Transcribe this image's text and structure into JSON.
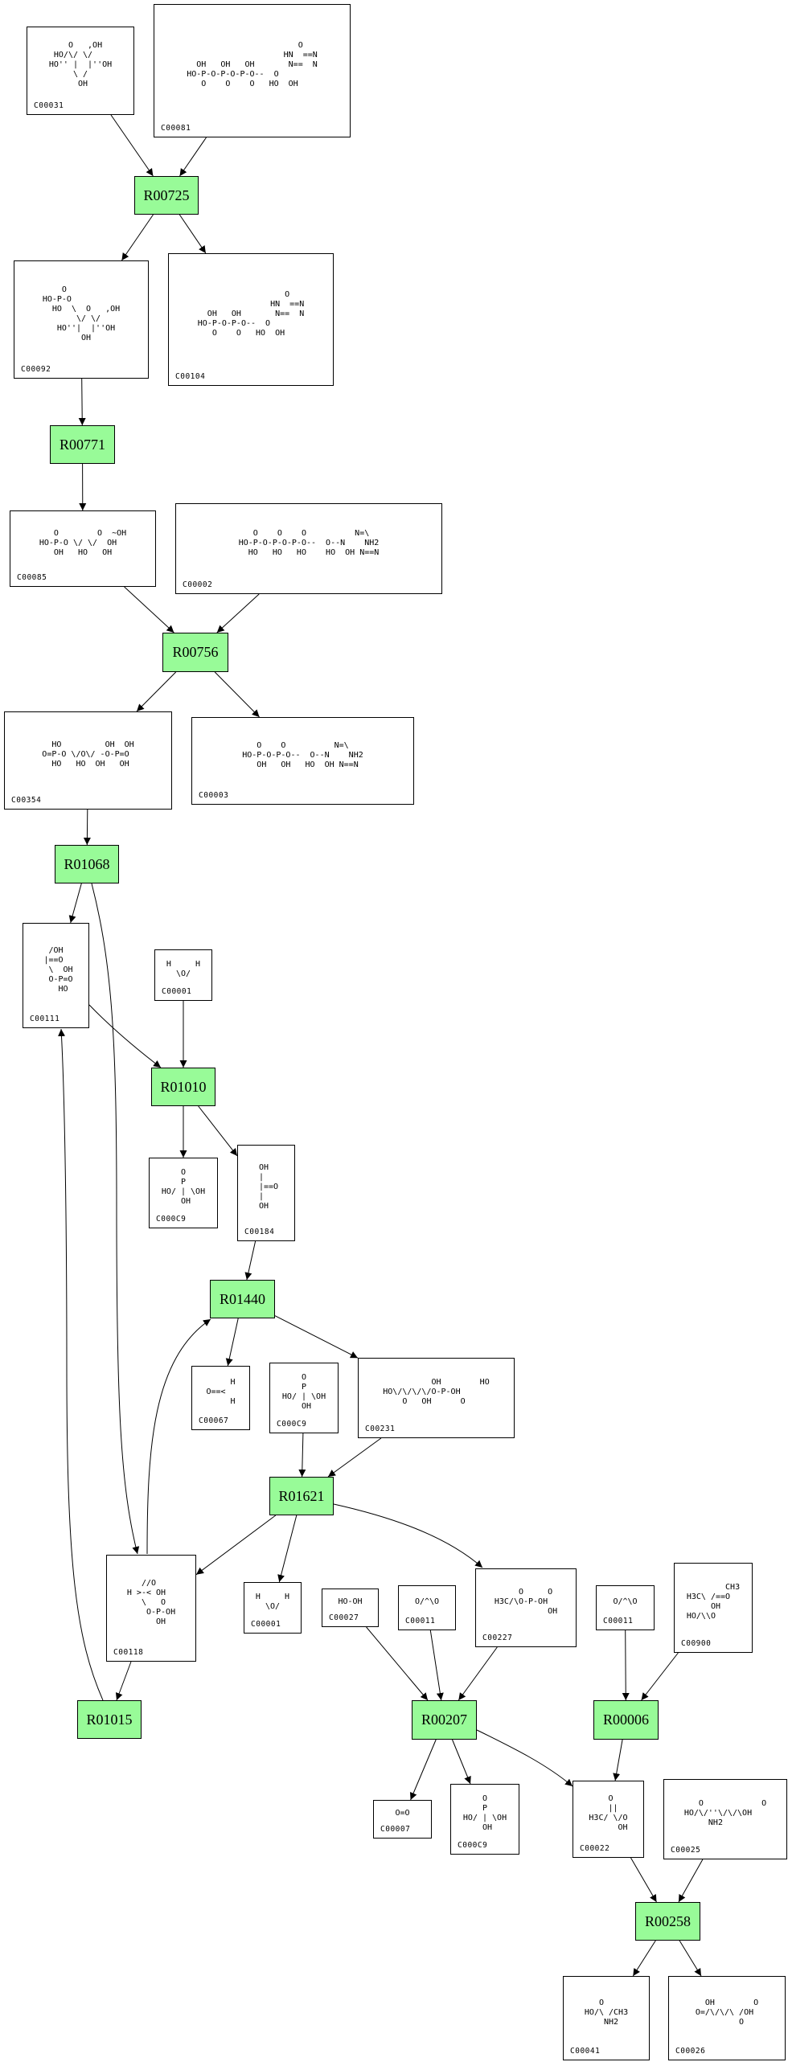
{
  "diagram": {
    "title": "Metabolic reaction pathway graph",
    "colors": {
      "reaction_fill": "#98fb98",
      "compound_fill": "#ffffff",
      "stroke": "#000000"
    },
    "reactions": [
      {
        "key": "r00725",
        "label": "R00725"
      },
      {
        "key": "r00771",
        "label": "R00771"
      },
      {
        "key": "r00756",
        "label": "R00756"
      },
      {
        "key": "r01068",
        "label": "R01068"
      },
      {
        "key": "r01010",
        "label": "R01010"
      },
      {
        "key": "r01440",
        "label": "R01440"
      },
      {
        "key": "r01621",
        "label": "R01621"
      },
      {
        "key": "r01015",
        "label": "R01015"
      },
      {
        "key": "r00207",
        "label": "R00207"
      },
      {
        "key": "r00006",
        "label": "R00006"
      },
      {
        "key": "r00258",
        "label": "R00258"
      }
    ],
    "compounds": [
      {
        "key": "c00031",
        "label": "C00031",
        "structure": "    O   ,OH\n HO/\\/ \\/\nHO'' |  |''OH\n     \\ /\n      OH"
      },
      {
        "key": "c00081",
        "label": "C00081",
        "structure": "                       O\n                    HN  ==N\n  OH   OH   OH       N==  N\nHO-P-O-P-O-P-O--  O\n   O    O    O   HO  OH"
      },
      {
        "key": "c00092",
        "label": "C00092",
        "structure": "    O\nHO-P-O\n  HO  \\  O   ,OH\n       \\/ \\/\n   HO''|  |''OH\n        OH"
      },
      {
        "key": "c00104",
        "label": "C00104",
        "structure": "                  O\n               HN  ==N\n  OH   OH       N==  N\nHO-P-O-P-O--  O\n   O    O   HO  OH"
      },
      {
        "key": "c00085",
        "label": "C00085",
        "structure": "   O        O  ~OH\nHO-P-O \\/ \\/  OH\n   OH   HO   OH"
      },
      {
        "key": "c00002",
        "label": "C00002",
        "structure": "   O    O    O          N=\\\nHO-P-O-P-O-P-O--  O--N    NH2\n  HO   HO   HO    HO  OH N==N"
      },
      {
        "key": "c00354",
        "label": "C00354",
        "structure": "  HO         OH  OH\nO=P-O \\/O\\/ -O-P=O\n  HO   HO  OH   OH"
      },
      {
        "key": "c00003",
        "label": "C00003",
        "structure": "   O    O          N=\\\nHO-P-O-P-O--  O--N    NH2\n   OH   OH   HO  OH N==N"
      },
      {
        "key": "c00111",
        "label": "C00111",
        "structure": "  /OH\n |==O\n  \\  OH\n  O-P=O\n    HO"
      },
      {
        "key": "c00001_a",
        "label": "C00001",
        "structure": "H     H\n  \\O/"
      },
      {
        "key": "c00009_a",
        "label": "C000C9",
        "structure": "    O\n    P\nHO/ | \\OH\n    OH"
      },
      {
        "key": "c00184",
        "label": "C00184",
        "structure": " OH\n |\n |==O\n |\n OH"
      },
      {
        "key": "c00067",
        "label": "C00067",
        "structure": "     H\nO==<\n     H"
      },
      {
        "key": "c00009_b",
        "label": "C000C9",
        "structure": "    O\n    P\nHO/ | \\OH\n    OH"
      },
      {
        "key": "c00231",
        "label": "C00231",
        "structure": "          OH        HO\nHO\\/\\/\\/\\/O-P-OH\n    O   OH      O"
      },
      {
        "key": "c00118",
        "label": "C00118",
        "structure": "   //O\nH >-< OH\n   \\   O\n    O-P-OH\n      OH"
      },
      {
        "key": "c00001_b",
        "label": "C00001",
        "structure": "H     H\n  \\O/"
      },
      {
        "key": "c00027",
        "label": "C00027",
        "structure": "HO-OH"
      },
      {
        "key": "c00011_a",
        "label": "C00011",
        "structure": "O/^\\O"
      },
      {
        "key": "c00227",
        "label": "C00227",
        "structure": "     O     O\nH3C/\\O-P-OH\n           OH"
      },
      {
        "key": "c00011_b",
        "label": "C00011",
        "structure": "O/^\\O"
      },
      {
        "key": "c00900",
        "label": "C00900",
        "structure": "        CH3\nH3C\\ /==O\n     OH\nHO/\\\\O"
      },
      {
        "key": "c00007",
        "label": "C00007",
        "structure": "O=O"
      },
      {
        "key": "c00009_c",
        "label": "C000C9",
        "structure": "    O\n    P\nHO/ | \\OH\n    OH"
      },
      {
        "key": "c00022",
        "label": "C00022",
        "structure": "    O\n    ||\nH3C/ \\/O\n      OH"
      },
      {
        "key": "c00025",
        "label": "C00025",
        "structure": "   O            O\nHO/\\/''\\/\\/\\OH\n     NH2"
      },
      {
        "key": "c00041",
        "label": "C00041",
        "structure": "   O\nHO/\\ /CH3\n    NH2"
      },
      {
        "key": "c00026",
        "label": "C00026",
        "structure": "  OH        O\nO=/\\/\\/\\ /OH\n         O"
      }
    ],
    "edges": [
      [
        "c00031",
        "r00725"
      ],
      [
        "c00081",
        "r00725"
      ],
      [
        "r00725",
        "c00092"
      ],
      [
        "r00725",
        "c00104"
      ],
      [
        "c00092",
        "r00771"
      ],
      [
        "r00771",
        "c00085"
      ],
      [
        "c00085",
        "r00756"
      ],
      [
        "c00002",
        "r00756"
      ],
      [
        "r00756",
        "c00354"
      ],
      [
        "r00756",
        "c00003"
      ],
      [
        "c00354",
        "r01068"
      ],
      [
        "r01068",
        "c00111"
      ],
      [
        "r01068",
        "c00118"
      ],
      [
        "c00111",
        "r01010"
      ],
      [
        "c00001_a",
        "r01010"
      ],
      [
        "r01010",
        "c00009_a"
      ],
      [
        "r01010",
        "c00184"
      ],
      [
        "c00184",
        "r01440"
      ],
      [
        "c00118",
        "r01440"
      ],
      [
        "r01440",
        "c00067"
      ],
      [
        "r01440",
        "c00231"
      ],
      [
        "c00009_b",
        "r01621"
      ],
      [
        "c00231",
        "r01621"
      ],
      [
        "r01621",
        "c00118"
      ],
      [
        "r01621",
        "c00001_b"
      ],
      [
        "r01621",
        "c00227"
      ],
      [
        "c00118",
        "r01015"
      ],
      [
        "r01015",
        "c00111"
      ],
      [
        "c00027",
        "r00207"
      ],
      [
        "c00011_a",
        "r00207"
      ],
      [
        "c00227",
        "r00207"
      ],
      [
        "r00207",
        "c00007"
      ],
      [
        "r00207",
        "c00009_c"
      ],
      [
        "r00207",
        "c00022"
      ],
      [
        "c00011_b",
        "r00006"
      ],
      [
        "c00900",
        "r00006"
      ],
      [
        "r00006",
        "c00022"
      ],
      [
        "c00022",
        "r00258"
      ],
      [
        "c00025",
        "r00258"
      ],
      [
        "r00258",
        "c00041"
      ],
      [
        "r00258",
        "c00026"
      ]
    ]
  }
}
